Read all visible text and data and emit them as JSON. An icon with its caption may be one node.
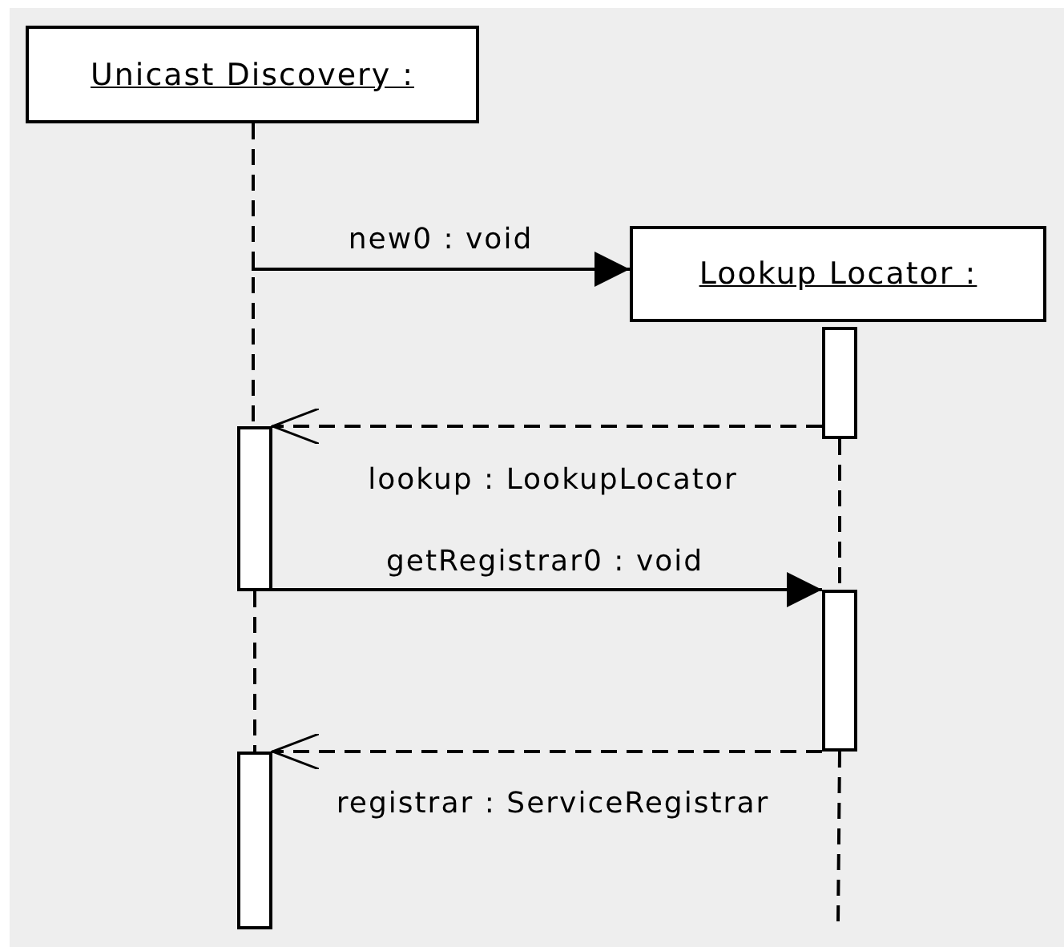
{
  "diagram": {
    "nodes": [
      {
        "text": [
          "Unicast Discovery :"
        ]
      },
      {
        "text": [
          "Lookup Locator :"
        ]
      },
      {
        "text": [],
        "shape": "bar"
      },
      {
        "text": [],
        "shape": "bar"
      },
      {
        "text": [],
        "shape": "bar"
      },
      {
        "text": [],
        "shape": "bar"
      }
    ],
    "edges": [
      {
        "from": 0,
        "to": 3,
        "arrow": "none",
        "style": "dashed"
      },
      {
        "from": 3,
        "to": 5,
        "arrow": "none",
        "style": "dashed"
      },
      {
        "from": 2,
        "to": 4,
        "arrow": "none",
        "style": "dashed"
      },
      {
        "from": 4,
        "to": null,
        "arrow": "none",
        "style": "dashed"
      },
      {
        "from": null,
        "to": 1,
        "arrow": "to",
        "label": "new0 : void"
      },
      {
        "from": 2,
        "to": 3,
        "arrow": "to",
        "style": "dashed",
        "label": "lookup : LookupLocator"
      },
      {
        "from": 3,
        "to": 4,
        "arrow": "to",
        "label": "getRegistrar0 : void"
      },
      {
        "from": 4,
        "to": 5,
        "arrow": "to",
        "style": "dashed",
        "label": "registrar : ServiceRegistrar"
      }
    ]
  }
}
